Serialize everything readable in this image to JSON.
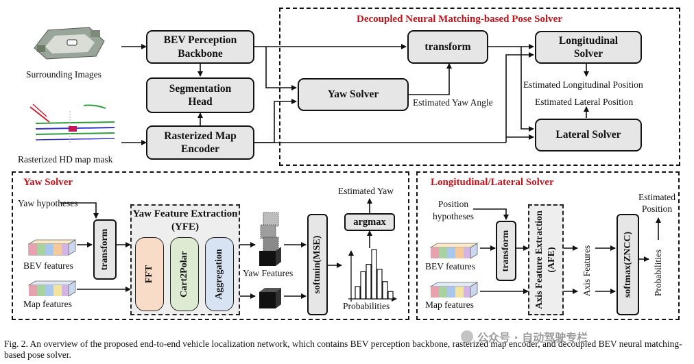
{
  "top": {
    "decoupled_title": "Decoupled Neural Matching-based Pose Solver",
    "surrounding_images_label": "Surrounding Images",
    "map_mask_label": "Rasterized HD map mask",
    "bev_backbone": "BEV Perception Backbone",
    "seg_head": "Segmentation Head",
    "map_encoder": "Rasterized Map Encoder",
    "transform": "transform",
    "yaw_solver": "Yaw Solver",
    "estimated_yaw_angle": "Estimated Yaw Angle",
    "longitudinal_solver": "Longitudinal Solver",
    "lateral_solver": "Lateral Solver",
    "est_longitudinal": "Estimated Longitudinal Position",
    "est_lateral": "Estimated Lateral Position"
  },
  "yaw_panel": {
    "title": "Yaw Solver",
    "yaw_hypotheses": "Yaw hypotheses",
    "transform": "transform",
    "bev_features": "BEV features",
    "map_features": "Map features",
    "yfe_title": "Yaw Feature Extraction (YFE)",
    "fft": "FFT",
    "cart2polar": "Cart2Polar",
    "aggregation": "Aggregation",
    "yaw_features": "Yaw Features",
    "softmin": "softmin(MSE)",
    "argmax": "argmax",
    "estimated_yaw": "Estimated Yaw",
    "probabilities": "Probabilities",
    "hist_values": [
      0.25,
      0.55,
      0.7,
      1.0,
      0.6,
      0.35,
      0.15
    ]
  },
  "lon_panel": {
    "title": "Longitudinal/Lateral Solver",
    "position_hypotheses": "Position hypotheses",
    "transform": "transform",
    "bev_features": "BEV features",
    "map_features": "Map features",
    "afe": "Axis Feature Extraction (AFE)",
    "axis_features": "Axis Features",
    "softmax": "softmax(ZNCC)",
    "probabilities": "Probabilities",
    "estimated_position": "Estimated Position"
  },
  "caption": {
    "text": "Fig. 2.    An overview of the proposed end-to-end vehicle localization network, which contains BEV perception backbone, rasterized map encoder, and decoupled BEV neural matching-based pose solver."
  },
  "watermark": {
    "text": "公众号 · 自动驾驶专栏"
  },
  "colors": {
    "accent_red": "#c0141c",
    "box_fill": "#e6e6e6",
    "fft_fill": "#f8dcc8",
    "cart2polar_fill": "#dcebd2",
    "aggregation_fill": "#d7e3f3"
  }
}
